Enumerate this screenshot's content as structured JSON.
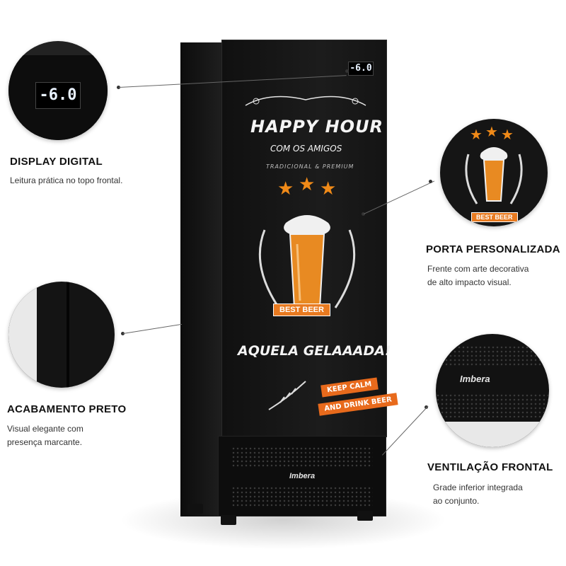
{
  "display": {
    "temp": "-6.0"
  },
  "door_art": {
    "headline": "HAPPY HOUR",
    "subheadline": "COM OS AMIGOS",
    "tagline": "TRADICIONAL & PREMIUM",
    "badge": "BEST BEER",
    "slogan": "AQUELA GELAAADA!",
    "ribbon1": "KEEP CALM",
    "ribbon2": "AND DRINK BEER"
  },
  "brand": "Imbera",
  "features": {
    "display": {
      "title": "DISPLAY DIGITAL",
      "desc": "Leitura prática no topo frontal."
    },
    "door": {
      "title": "PORTA PERSONALIZADA",
      "desc1": "Frente com arte decorativa",
      "desc2": "de alto impacto visual."
    },
    "finish": {
      "title": "ACABAMENTO PRETO",
      "desc1": "Visual elegante com",
      "desc2": "presença marcante."
    },
    "vent": {
      "title": "VENTILAÇÃO FRONTAL",
      "desc1": "Grade inferior integrada",
      "desc2": "ao conjunto."
    }
  },
  "colors": {
    "accent": "#e87a20",
    "body": "#141414"
  }
}
